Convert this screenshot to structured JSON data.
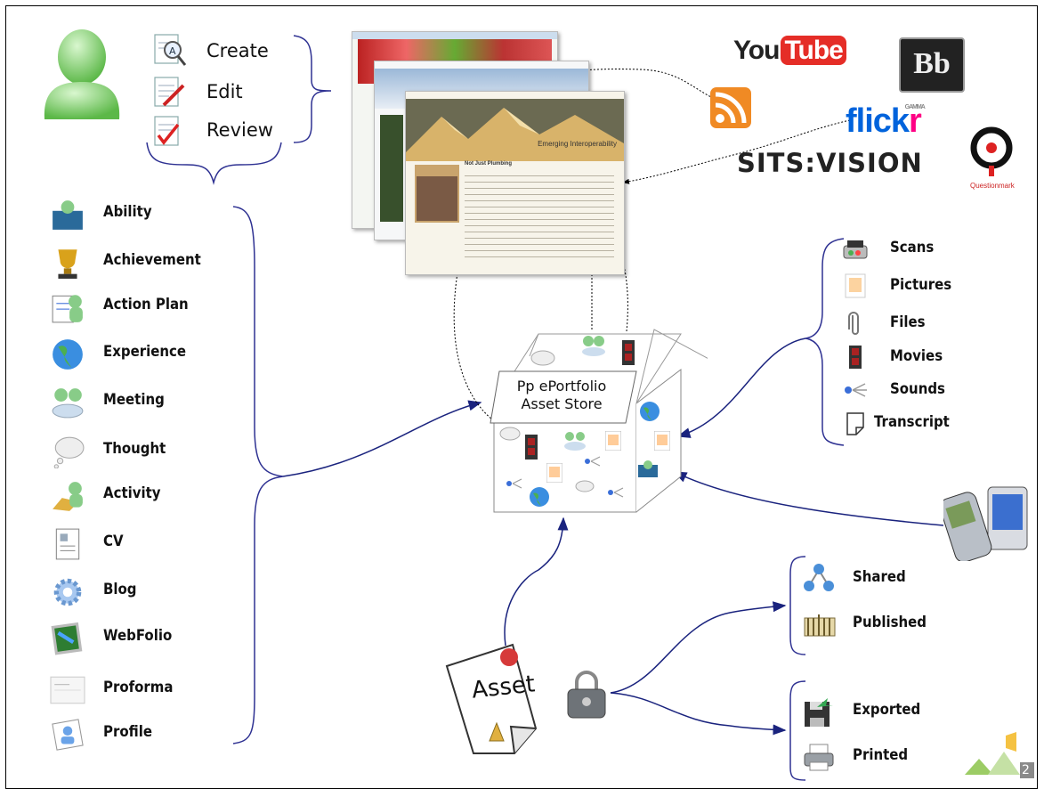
{
  "workflow": {
    "create": "Create",
    "edit": "Edit",
    "review": "Review"
  },
  "asset_types": [
    "Ability",
    "Achievement",
    "Action Plan",
    "Experience",
    "Meeting",
    "Thought",
    "Activity",
    "CV",
    "Blog",
    "WebFolio",
    "Proforma",
    "Profile"
  ],
  "screenshot": {
    "title": "Emerging Interoperability",
    "heading": "Not Just Plumbing"
  },
  "services": {
    "youtube_1": "You",
    "youtube_2": "Tube",
    "blackboard": "Bb",
    "flickr_1": "flick",
    "flickr_2": "r",
    "flickr_tag": "GAMMA",
    "sits": "SITS:VISION",
    "questionmark": "Questionmark"
  },
  "store": {
    "line1": "Pp ePortfolio",
    "line2": "Asset Store"
  },
  "media_types": [
    "Scans",
    "Pictures",
    "Files",
    "Movies",
    "Sounds",
    "Transcript"
  ],
  "asset": {
    "label": "Asset"
  },
  "outputs": {
    "shared": "Shared",
    "published": "Published",
    "exported": "Exported",
    "printed": "Printed"
  },
  "slide_number": "2",
  "colors": {
    "arrow": "#1a237e",
    "bracket": "#2e3192",
    "youtube_red": "#e52d27",
    "flickr_blue": "#0063dc",
    "flickr_pink": "#ff0084",
    "person_green": "#7ccf6f"
  }
}
